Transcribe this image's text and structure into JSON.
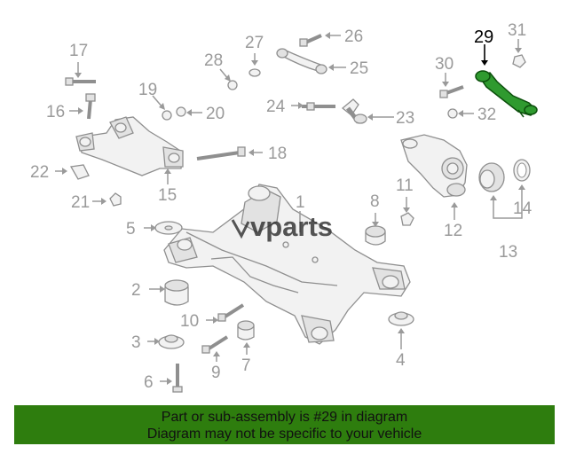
{
  "watermark": {
    "brand": "vparts"
  },
  "callouts": {
    "c1": "1",
    "c2": "2",
    "c3": "3",
    "c4": "4",
    "c5": "5",
    "c6": "6",
    "c7": "7",
    "c8": "8",
    "c9": "9",
    "c10": "10",
    "c11": "11",
    "c12": "12",
    "c13": "13",
    "c14": "14",
    "c15": "15",
    "c16": "16",
    "c17": "17",
    "c18": "18",
    "c19": "19",
    "c20": "20",
    "c21": "21",
    "c22": "22",
    "c23": "23",
    "c24": "24",
    "c25": "25",
    "c26": "26",
    "c27": "27",
    "c28": "28",
    "c29": "29",
    "c30": "30",
    "c31": "31",
    "c32": "32"
  },
  "highlight": {
    "part_number": "29",
    "color": "#2f9a2f"
  },
  "banner": {
    "line1": "Part or sub-assembly is #29 in diagram",
    "line2": "Diagram may not be specific to your vehicle",
    "color": "#2e7d0e"
  }
}
